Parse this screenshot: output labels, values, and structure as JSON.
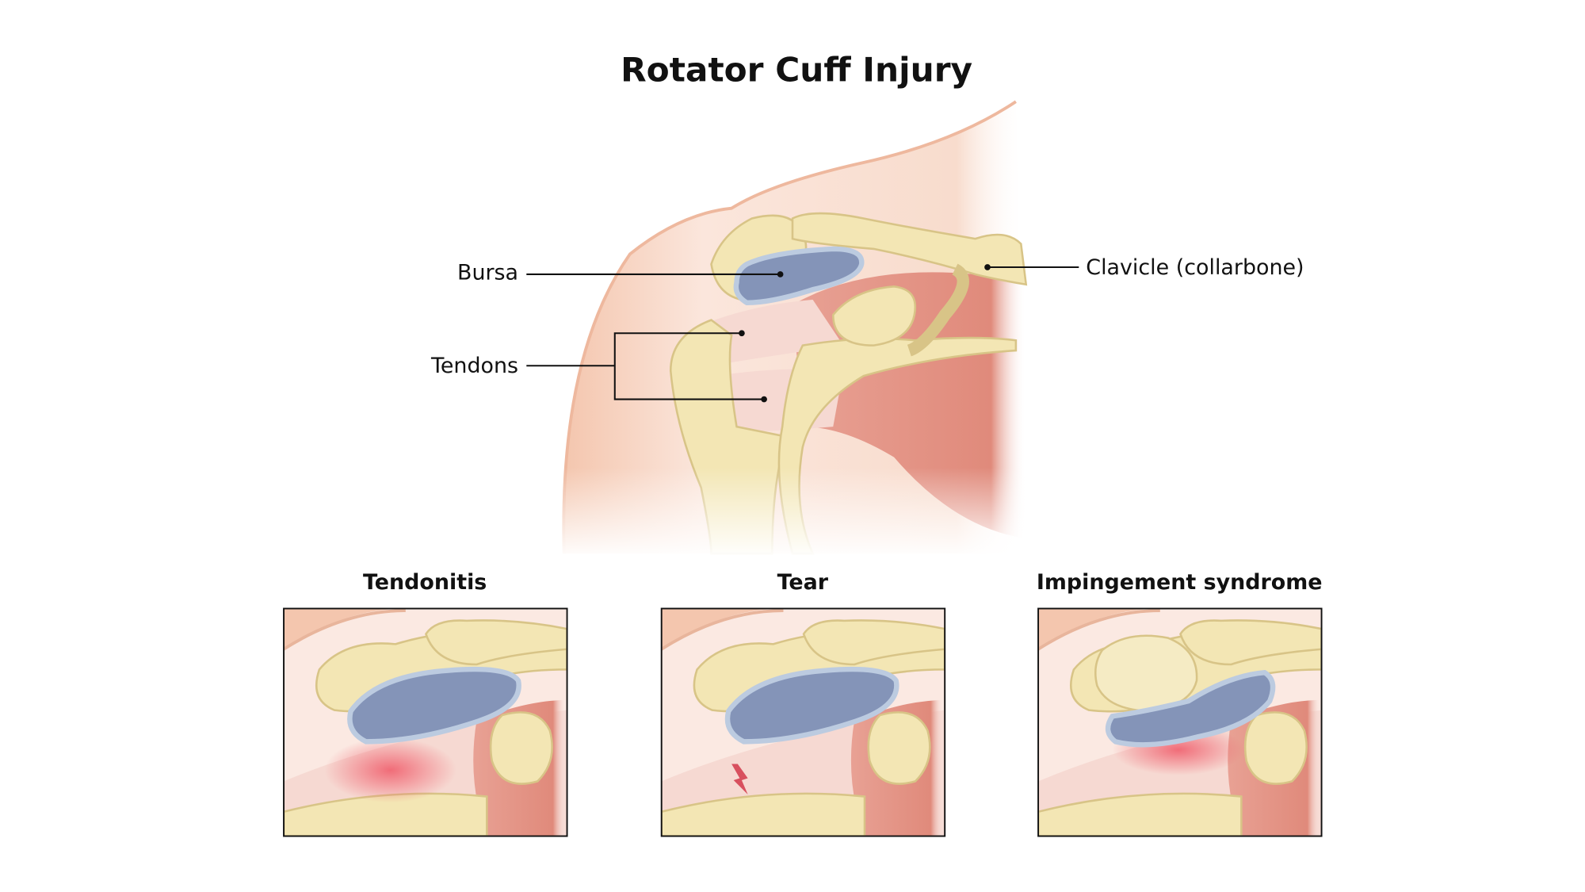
{
  "title": "Rotator Cuff Injury",
  "labels": {
    "bursa": "Bursa",
    "tendons": "Tendons",
    "clavicle": "Clavicle (collarbone)"
  },
  "panels": [
    {
      "title": "Tendonitis"
    },
    {
      "title": "Tear"
    },
    {
      "title": "Impingement syndrome"
    }
  ],
  "colors": {
    "skin": "#f7d7c6",
    "bone": "#f3e6b4",
    "bursa": "#8494b8",
    "muscle": "#e59a8c",
    "inflammation": "#f0606e"
  }
}
